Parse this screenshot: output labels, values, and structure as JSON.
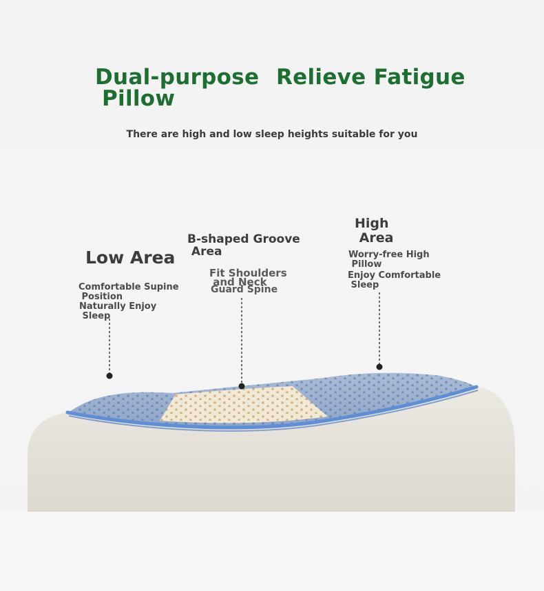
{
  "headline": {
    "left_line1": "Dual-purpose",
    "left_line2": "Pillow",
    "right": "Relieve Fatigue"
  },
  "subtitle": "There are high and low sleep heights suitable for you",
  "zones": {
    "low": {
      "title": "Low Area",
      "feature1": "Comfortable Supine\n Position",
      "feature2": "Naturally Enjoy\n Sleep"
    },
    "groove": {
      "title": "B-shaped Groove\n Area",
      "feature1": "Fit Shoulders\n and Neck",
      "feature2": "Guard Spine"
    },
    "high": {
      "title": "High\n Area",
      "feature1": "Worry-free High\n Pillow",
      "feature2": "Enjoy Comfortable\n Sleep"
    }
  },
  "colors": {
    "headline_green": "#1e6e32",
    "pillow_body": "#e5e1d9",
    "pillow_blue_band": "#5f8ed4",
    "latex_cream": "#f2e8d6"
  }
}
